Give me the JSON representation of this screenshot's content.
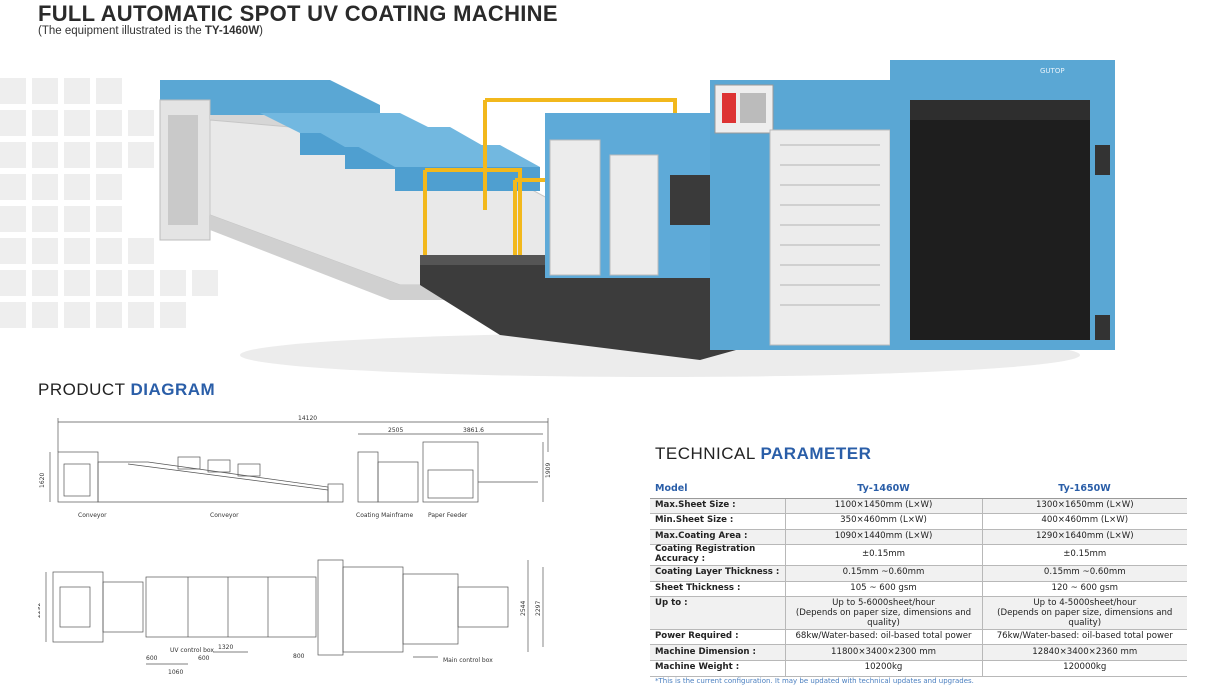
{
  "header": {
    "title": "FULL AUTOMATIC SPOT UV COATING MACHINE",
    "subtitle_prefix": "(The equipment illustrated is the ",
    "subtitle_model": "TY-1460W",
    "subtitle_suffix": ")"
  },
  "photo": {
    "badge": "GUTOP"
  },
  "diagram": {
    "heading_plain": "PRODUCT ",
    "heading_accent": "DIAGRAM",
    "side_view": {
      "dim_total": "14120",
      "dim_coating": "2505",
      "dim_feeder": "3861.6",
      "dim_height_left": "1620",
      "dim_height_right": "1909",
      "labels": [
        "Conveyor",
        "Conveyor",
        "Coating Mainframe",
        "Paper Feeder"
      ]
    },
    "top_view": {
      "dim_left": "2292",
      "dim_right_inner": "2544",
      "dim_right_outer": "2297",
      "dim_a": "600",
      "dim_b": "600",
      "dim_c": "1060",
      "dim_d": "1320",
      "dim_e": "800",
      "uv_box": "UV control box",
      "main_box": "Main control box"
    }
  },
  "parameters": {
    "heading_plain": "TECHNICAL ",
    "heading_accent": "PARAMETER",
    "columns": [
      "Model",
      "Ty-1460W",
      "Ty-1650W"
    ],
    "rows": [
      {
        "label": "Max.Sheet Size :",
        "a": "1100×1450mm (L×W)",
        "b": "1300×1650mm (L×W)"
      },
      {
        "label": "Min.Sheet Size :",
        "a": "350×460mm (L×W)",
        "b": "400×460mm (L×W)"
      },
      {
        "label": "Max.Coating Area :",
        "a": "1090×1440mm (L×W)",
        "b": "1290×1640mm (L×W)"
      },
      {
        "label": "Coating Registration Accuracy :",
        "a": "±0.15mm",
        "b": "±0.15mm"
      },
      {
        "label": "Coating Layer Thickness :",
        "a": "0.15mm ~0.60mm",
        "b": "0.15mm ~0.60mm"
      },
      {
        "label": "Sheet Thickness :",
        "a": "105 ~ 600 gsm",
        "b": "120 ~ 600 gsm"
      },
      {
        "label": "Up to :",
        "a": "Up to 5-6000sheet/hour",
        "a2": "(Depends on paper size, dimensions and quality)",
        "b": "Up to 4-5000sheet/hour",
        "b2": "(Depends on paper size, dimensions and quality)"
      },
      {
        "label": "Power Required :",
        "a": "68kw/Water-based: oil-based total power",
        "b": "76kw/Water-based: oil-based total power"
      },
      {
        "label": "Machine Dimension :",
        "a": "11800×3400×2300 mm",
        "b": "12840×3400×2360 mm"
      },
      {
        "label": "Machine Weight :",
        "a": "10200kg",
        "b": "120000kg"
      }
    ],
    "footnote": "*This is the current configuration. It may be updated with technical updates and upgrades."
  }
}
